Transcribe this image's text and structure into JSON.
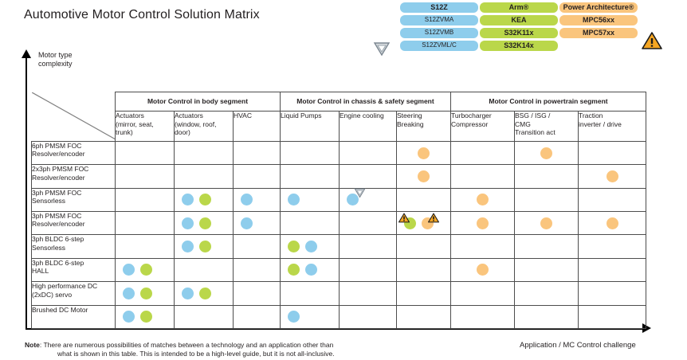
{
  "title": "Automotive Motor Control Solution Matrix",
  "axes": {
    "y_label_line1": "Motor type",
    "y_label_line2": "complexity",
    "x_label": "Application / MC Control challenge"
  },
  "legend": {
    "silver_icon": "silver-triangle-icon",
    "warning_icon": "warning-triangle-icon",
    "columns": [
      {
        "family": "blue",
        "color": "#8ecdec",
        "items": [
          "S12Z",
          "S12ZVMA",
          "S12ZVMB",
          "S12ZVML/C"
        ]
      },
      {
        "family": "green",
        "color": "#bad74a",
        "items": [
          "Arm®",
          "KEA",
          "S32K11x",
          "S32K14x"
        ]
      },
      {
        "family": "orange",
        "color": "#fac57d",
        "items": [
          "Power Architecture®",
          "MPC56xx",
          "MPC57xx"
        ]
      }
    ]
  },
  "chart_data": {
    "type": "table",
    "title": "Automotive Motor Control Solution Matrix",
    "xlabel": "Application / MC Control challenge",
    "ylabel": "Motor type complexity",
    "segments": [
      {
        "label": "Motor Control in body segment",
        "span": 3
      },
      {
        "label": "Motor Control in chassis & safety segment",
        "span": 3
      },
      {
        "label": "Motor Control in powertrain segment",
        "span": 3
      }
    ],
    "columns": [
      "Actuators (mirror, seat, trunk)",
      "Actuators (window, roof, door)",
      "HVAC",
      "Liquid Pumps",
      "Engine cooling",
      "Steering Breaking",
      "Turbocharger Compressor",
      "BSG / ISG / CMG Transition act",
      "Traction inverter / drive"
    ],
    "column_labels": [
      {
        "l1": "Actuators",
        "l2": "(mirror, seat,",
        "l3": "trunk)"
      },
      {
        "l1": "Actuators",
        "l2": "(window, roof,",
        "l3": "door)"
      },
      {
        "l1": "HVAC",
        "l2": "",
        "l3": ""
      },
      {
        "l1": "Liquid Pumps",
        "l2": "",
        "l3": ""
      },
      {
        "l1": "Engine cooling",
        "l2": "",
        "l3": ""
      },
      {
        "l1": "Steering",
        "l2": "Breaking",
        "l3": ""
      },
      {
        "l1": "Turbocharger",
        "l2": "Compressor",
        "l3": ""
      },
      {
        "l1": "BSG / ISG /",
        "l2": "CMG",
        "l3": "Transition act"
      },
      {
        "l1": "Traction",
        "l2": "inverter / drive",
        "l3": ""
      }
    ],
    "rows": [
      {
        "l1": "6ph PMSM FOC",
        "l2": "Resolver/encoder"
      },
      {
        "l1": "2x3ph PMSM FOC",
        "l2": "Resolver/encoder"
      },
      {
        "l1": "3ph PMSM FOC",
        "l2": "Sensorless"
      },
      {
        "l1": "3ph PMSM FOC",
        "l2": "Resolver/encoder"
      },
      {
        "l1": "3ph BLDC 6-step",
        "l2": "Sensorless"
      },
      {
        "l1": "3ph BLDC 6-step",
        "l2": "HALL"
      },
      {
        "l1": "High performance DC",
        "l2": "(2xDC) servo"
      },
      {
        "l1": "Brushed DC Motor",
        "l2": ""
      }
    ],
    "cells": [
      [
        [],
        [],
        [],
        [],
        [],
        [
          {
            "c": "orange"
          }
        ],
        [],
        [
          {
            "c": "orange"
          }
        ],
        []
      ],
      [
        [],
        [],
        [],
        [],
        [],
        [
          {
            "c": "orange"
          }
        ],
        [],
        [],
        [
          {
            "c": "orange"
          }
        ]
      ],
      [
        [],
        [
          {
            "c": "blue"
          },
          {
            "c": "green"
          }
        ],
        [
          {
            "c": "blue"
          }
        ],
        [
          {
            "c": "blue"
          }
        ],
        [
          {
            "c": "blue",
            "badge": "silver"
          }
        ],
        [],
        [
          {
            "c": "orange"
          }
        ],
        [],
        []
      ],
      [
        [],
        [
          {
            "c": "blue"
          },
          {
            "c": "green"
          }
        ],
        [
          {
            "c": "blue"
          }
        ],
        [],
        [],
        [
          {
            "c": "green",
            "badge": "warn"
          },
          {
            "c": "orange",
            "badge": "warn-right"
          }
        ],
        [
          {
            "c": "orange"
          }
        ],
        [
          {
            "c": "orange"
          }
        ],
        [
          {
            "c": "orange"
          }
        ]
      ],
      [
        [],
        [
          {
            "c": "blue"
          },
          {
            "c": "green"
          }
        ],
        [],
        [
          {
            "c": "green"
          },
          {
            "c": "blue"
          }
        ],
        [],
        [],
        [],
        [],
        []
      ],
      [
        [
          {
            "c": "blue"
          },
          {
            "c": "green"
          }
        ],
        [],
        [],
        [
          {
            "c": "green"
          },
          {
            "c": "blue"
          }
        ],
        [],
        [],
        [
          {
            "c": "orange"
          }
        ],
        [],
        []
      ],
      [
        [
          {
            "c": "blue"
          },
          {
            "c": "green"
          }
        ],
        [
          {
            "c": "blue"
          },
          {
            "c": "green"
          }
        ],
        [],
        [],
        [],
        [],
        [],
        [],
        []
      ],
      [
        [
          {
            "c": "blue"
          },
          {
            "c": "green"
          }
        ],
        [],
        [],
        [
          {
            "c": "blue"
          }
        ],
        [],
        [],
        [],
        [],
        []
      ]
    ],
    "legend_colors": {
      "blue": "#8ecdec",
      "green": "#bad74a",
      "orange": "#fac57d"
    }
  },
  "note": {
    "label": "Note",
    "line1": ": There are numerous possibilities of matches between a technology and an application other than",
    "line2": "what is shown in this table. This is intended to be a high-level guide, but it is not all-inclusive."
  }
}
